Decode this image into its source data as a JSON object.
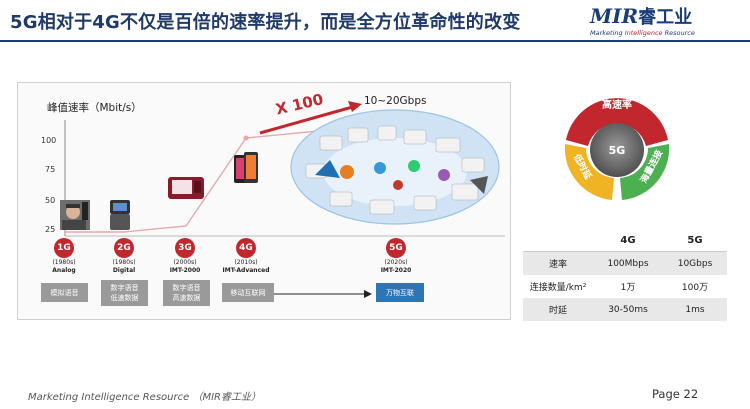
{
  "slide": {
    "title": "5G相对于4G不仅是百倍的速率提升，而是全方位革命性的改变",
    "page": "Page 22",
    "footer": "Marketing Intelligence Resource （MIR睿工业）"
  },
  "logo": {
    "mark": "MIR",
    "mark_cn": "睿工业",
    "tagline_pre": "Marketing",
    "tagline_mid": "Intelligence",
    "tagline_post": "Resource"
  },
  "evolution_chart": {
    "y_title": "峰值速率（Mbit/s）",
    "y_ticks": [
      "100",
      "75",
      "50",
      "25"
    ],
    "multiplier_label": "X 100",
    "peak_label": "10~20Gbps",
    "generations": [
      {
        "badge": "1G",
        "year": "(1980s)",
        "name": "Analog",
        "service": "模拟语音"
      },
      {
        "badge": "2G",
        "year": "(1980s)",
        "name": "Digital",
        "service_l1": "数字语音",
        "service_l2": "低速数据"
      },
      {
        "badge": "3G",
        "year": "(2000s)",
        "name": "IMT-2000",
        "service_l1": "数字语音",
        "service_l2": "高速数据"
      },
      {
        "badge": "4G",
        "year": "(2010s)",
        "name": "IMT-Advanced",
        "service": "移动互联网"
      },
      {
        "badge": "5G",
        "year": "(2020s)",
        "name": "IMT-2020",
        "service": "万物互联"
      }
    ]
  },
  "ring": {
    "center": "5G",
    "top": "高速率",
    "left": "低时延",
    "right": "海量连接",
    "colors": {
      "top": "#c1272d",
      "left": "#f0b323",
      "right": "#4caf50"
    }
  },
  "comparison_table": {
    "headers": [
      "",
      "4G",
      "5G"
    ],
    "rows": [
      {
        "metric": "速率",
        "g4": "100Mbps",
        "g5": "10Gbps"
      },
      {
        "metric": "连接数量/km²",
        "g4": "1万",
        "g5": "100万"
      },
      {
        "metric": "时延",
        "g4": "30-50ms",
        "g5": "1ms"
      }
    ]
  }
}
